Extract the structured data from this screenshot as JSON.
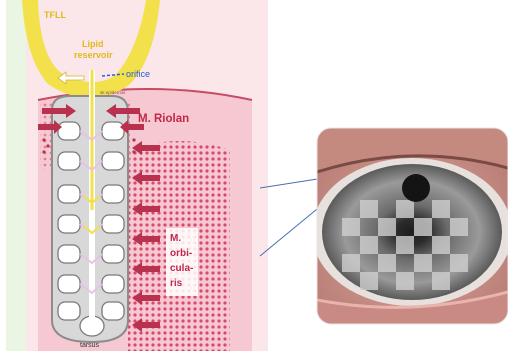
{
  "diagram": {
    "labels": {
      "tfll": "TFLL",
      "lipid_reservoir_line1": "Lipid",
      "lipid_reservoir_line2": "reservoir",
      "orifice": "orifice",
      "epidermis": "sk epidermis",
      "riolan": "M. Riolan",
      "orbicularis_line1": "M.",
      "orbicularis_line2": "orbi-",
      "orbicularis_line3": "cula-",
      "orbicularis_line4": "ris",
      "tarsus": "tarsus"
    },
    "colors": {
      "lipid": "#f2e14a",
      "muscle": "#f6c9d2",
      "muscle_dots": "#d9486d",
      "arrows": "#b8324f",
      "tarsus": "#d8d8d8",
      "orifice_text": "#2a5bd7",
      "label_red": "#c2284a",
      "label_yellow": "#e0b91c"
    }
  },
  "photo": {
    "description_icon": "eye-checkerboard-reflection-photo"
  }
}
